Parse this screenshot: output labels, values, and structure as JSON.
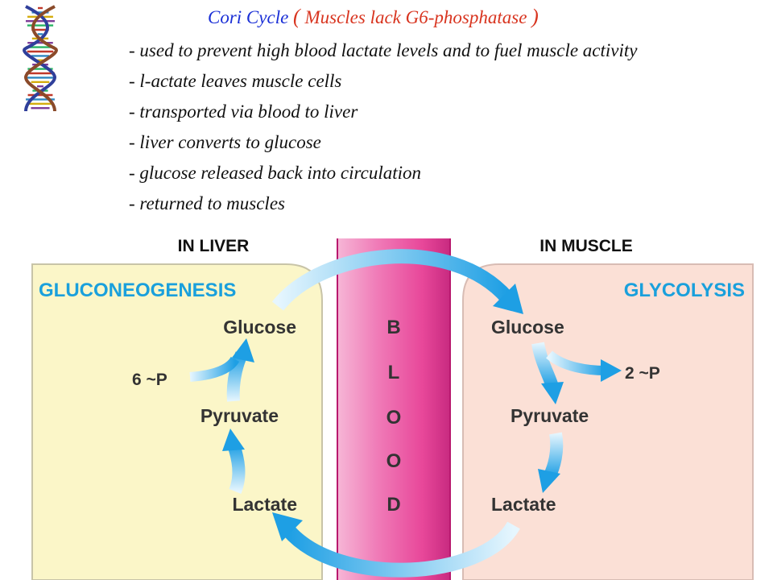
{
  "title": {
    "main": "Cori Cycle",
    "open_paren": "(",
    "note": "Muscles lack G6-phosphatase",
    "close_paren": ")"
  },
  "bullets": [
    "- used to prevent high blood lactate levels and to fuel muscle activity",
    "- l-actate leaves muscle cells",
    "- transported via blood to liver",
    "- liver converts to glucose",
    "- glucose released back into circulation",
    "- returned to muscles"
  ],
  "liver": {
    "header": "IN LIVER",
    "process": "GLUCONEOGENESIS",
    "glucose": "Glucose",
    "pyruvate": "Pyruvate",
    "lactate": "Lactate",
    "energy": "6 ~P"
  },
  "muscle": {
    "header": "IN MUSCLE",
    "process": "GLYCOLYSIS",
    "glucose": "Glucose",
    "pyruvate": "Pyruvate",
    "lactate": "Lactate",
    "energy": "2 ~P"
  },
  "blood": {
    "letters": [
      "B",
      "L",
      "O",
      "O",
      "D"
    ]
  },
  "colors": {
    "liver_panel": "#fbf6c8",
    "muscle_panel": "#fbe0d6",
    "blood_vessel": "#e8489a",
    "arrow": "#2aa7e8",
    "process_label": "#1aa0dc",
    "title_blue": "#1a2fd6",
    "title_red": "#d8341f"
  },
  "icons": {
    "logo": "dna-double-helix-icon"
  }
}
